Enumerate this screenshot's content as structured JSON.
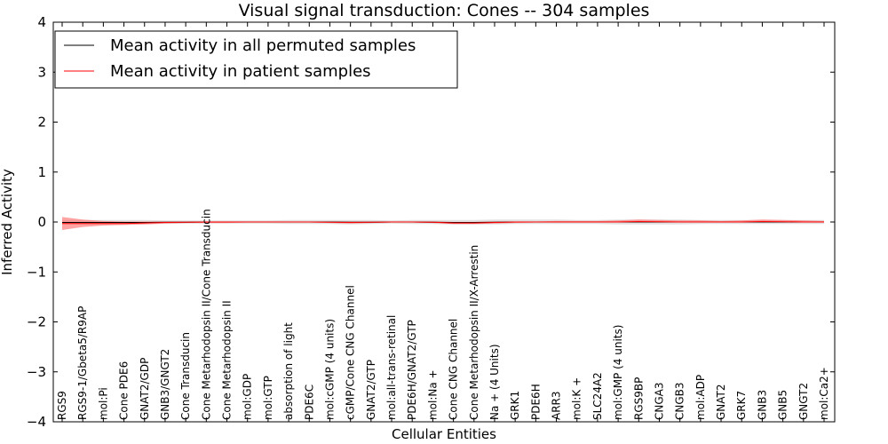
{
  "chart_data": {
    "type": "line",
    "title": "Visual signal transduction: Cones -- 304 samples",
    "xlabel": "Cellular Entities",
    "ylabel": "Inferred Activity",
    "ylim": [
      -4,
      4
    ],
    "yticks": [
      4,
      3,
      2,
      1,
      0,
      -1,
      -2,
      -3,
      -4
    ],
    "ytick_labels": [
      "4",
      "3",
      "2",
      "1",
      "0",
      "−1",
      "−2",
      "−3",
      "−4"
    ],
    "grid": false,
    "legend_position": "top-left",
    "categories": [
      "RGS9",
      "RGS9-1/Gbeta5/R9AP",
      "mol:Pi",
      "Cone PDE6",
      "GNAT2/GDP",
      "GNB3/GNGT2",
      "Cone Transducin",
      "Cone Metarhodopsin II/Cone Transducin",
      "Cone Metarhodopsin II",
      "mol:GDP",
      "mol:GTP",
      "absorption of light",
      "PDE6C",
      "mol:cGMP (4 units)",
      "cGMP/Cone CNG Channel",
      "GNAT2/GTP",
      "mol:all-trans-retinal",
      "PDE6H/GNAT2/GTP",
      "mol:Na +",
      "Cone CNG Channel",
      "Cone Metarhodopsin II/X-Arrestin",
      "Na + (4 Units)",
      "GRK1",
      "PDE6H",
      "ARR3",
      "mol:K +",
      "SLC24A2",
      "mol:GMP (4 units)",
      "RGS9BP",
      "CNGA3",
      "CNGB3",
      "mol:ADP",
      "GNAT2",
      "GRK7",
      "GNB3",
      "GNB5",
      "GNGT2",
      "mol:Ca2+"
    ],
    "series": [
      {
        "name": "Mean activity in all permuted samples",
        "color": "#000000",
        "values": [
          -0.01,
          -0.01,
          -0.01,
          -0.01,
          -0.01,
          -0.005,
          -0.005,
          0.0,
          0.0,
          0.0,
          0.0,
          0.0,
          0.0,
          0.0,
          -0.005,
          -0.005,
          0.0,
          0.0,
          -0.005,
          -0.01,
          -0.01,
          -0.005,
          0.0,
          0.0,
          0.0,
          0.0,
          0.0,
          0.0,
          0.0,
          0.0,
          0.0,
          0.0,
          0.0,
          0.0,
          0.0,
          0.0,
          0.0,
          0.0
        ],
        "band_lower": [
          -0.04,
          -0.04,
          -0.04,
          -0.04,
          -0.04,
          -0.04,
          -0.03,
          -0.03,
          -0.03,
          -0.03,
          -0.03,
          -0.04,
          -0.04,
          -0.04,
          -0.05,
          -0.04,
          -0.03,
          -0.04,
          -0.04,
          -0.05,
          -0.05,
          -0.05,
          -0.04,
          -0.04,
          -0.04,
          -0.04,
          -0.04,
          -0.05,
          -0.05,
          -0.05,
          -0.05,
          -0.04,
          -0.04,
          -0.04,
          -0.04,
          -0.04,
          -0.04,
          -0.04
        ],
        "band_upper": [
          0.04,
          0.04,
          0.04,
          0.04,
          0.04,
          0.03,
          0.03,
          0.03,
          0.03,
          0.03,
          0.03,
          0.04,
          0.04,
          0.04,
          0.04,
          0.04,
          0.03,
          0.04,
          0.04,
          0.04,
          0.04,
          0.05,
          0.05,
          0.05,
          0.05,
          0.04,
          0.04,
          0.05,
          0.05,
          0.05,
          0.05,
          0.04,
          0.04,
          0.04,
          0.04,
          0.04,
          0.04,
          0.04
        ],
        "band_color": "#bbbbbb"
      },
      {
        "name": "Mean activity in patient samples",
        "color": "#ff0000",
        "values": [
          -0.03,
          -0.03,
          -0.03,
          -0.03,
          -0.02,
          -0.01,
          -0.005,
          0.0,
          0.0,
          0.0,
          0.0,
          0.0,
          0.0,
          -0.005,
          -0.01,
          -0.005,
          0.0,
          0.0,
          -0.005,
          -0.02,
          -0.02,
          -0.01,
          0.0,
          0.0,
          0.0,
          0.0,
          0.0,
          0.0,
          0.01,
          0.005,
          0.0,
          0.0,
          0.0,
          0.0,
          0.01,
          0.005,
          0.0,
          0.0
        ],
        "band_lower": [
          -0.16,
          -0.1,
          -0.07,
          -0.06,
          -0.05,
          -0.03,
          -0.02,
          -0.02,
          -0.02,
          -0.01,
          -0.01,
          -0.01,
          -0.01,
          -0.02,
          -0.03,
          -0.02,
          -0.01,
          -0.01,
          -0.02,
          -0.04,
          -0.04,
          -0.03,
          -0.02,
          -0.01,
          -0.01,
          -0.01,
          -0.01,
          -0.01,
          -0.01,
          -0.01,
          -0.01,
          -0.01,
          -0.01,
          -0.01,
          -0.01,
          -0.01,
          -0.01,
          -0.01
        ],
        "band_upper": [
          0.1,
          0.05,
          0.02,
          0.01,
          0.01,
          0.01,
          0.01,
          0.01,
          0.01,
          0.01,
          0.01,
          0.01,
          0.01,
          0.01,
          0.01,
          0.01,
          0.01,
          0.01,
          0.01,
          0.0,
          0.0,
          0.01,
          0.01,
          0.01,
          0.02,
          0.02,
          0.02,
          0.03,
          0.05,
          0.04,
          0.03,
          0.03,
          0.02,
          0.03,
          0.05,
          0.04,
          0.03,
          0.02
        ],
        "band_color": "#ff6666"
      }
    ]
  }
}
